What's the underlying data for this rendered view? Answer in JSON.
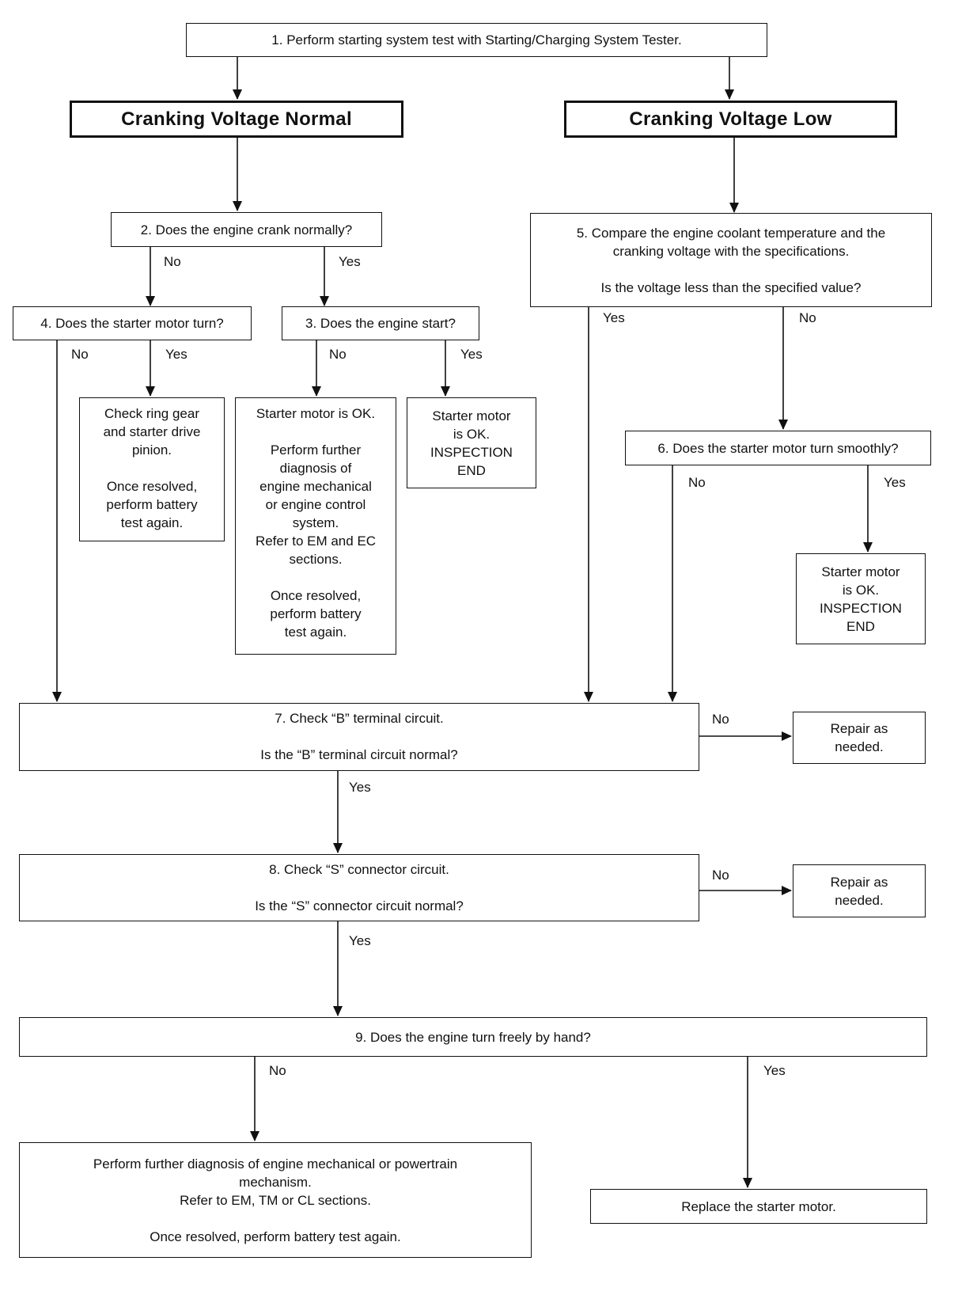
{
  "flowchart": {
    "steps": {
      "s1": [
        "1. Perform starting system test with Starting/Charging System Tester."
      ],
      "normal": [
        "Cranking Voltage Normal"
      ],
      "low": [
        "Cranking Voltage Low"
      ],
      "s2": [
        "2. Does the engine crank normally?"
      ],
      "s5": [
        "5. Compare the engine coolant temperature and the",
        "cranking voltage with the specifications.",
        "",
        "Is the voltage less than the specified value?"
      ],
      "s4": [
        "4. Does the starter motor turn?"
      ],
      "s3": [
        "3. Does the engine start?"
      ],
      "ring": [
        "Check ring gear",
        "and starter drive",
        "pinion.",
        "",
        "Once resolved,",
        "perform battery",
        "test again."
      ],
      "okfurther": [
        "Starter motor is OK.",
        "",
        "Perform further",
        "diagnosis of",
        "engine mechanical",
        "or engine control",
        "system.",
        "Refer to EM and EC",
        "sections.",
        "",
        "Once resolved,",
        "perform battery",
        "test again."
      ],
      "okend1": [
        "Starter motor",
        "is OK.",
        "INSPECTION",
        "END"
      ],
      "s6": [
        "6. Does the starter motor turn smoothly?"
      ],
      "okend2": [
        "Starter motor",
        "is OK.",
        "INSPECTION",
        "END"
      ],
      "s7": [
        "7. Check “B” terminal circuit.",
        "",
        "Is the “B” terminal circuit normal?"
      ],
      "repair1": [
        "Repair as",
        "needed."
      ],
      "s8": [
        "8. Check “S” connector circuit.",
        "",
        "Is the “S” connector circuit normal?"
      ],
      "repair2": [
        "Repair as",
        "needed."
      ],
      "s9": [
        "9. Does the engine turn freely by hand?"
      ],
      "further": [
        "Perform further diagnosis of engine mechanical or powertrain",
        "mechanism.",
        "Refer to EM, TM or CL sections.",
        "",
        "Once resolved, perform battery test again."
      ],
      "replace": [
        "Replace the starter motor."
      ]
    },
    "labels": {
      "s2_no": "No",
      "s2_yes": "Yes",
      "s4_no": "No",
      "s4_yes": "Yes",
      "s3_no": "No",
      "s3_yes": "Yes",
      "s5_yes": "Yes",
      "s5_no": "No",
      "s6_no": "No",
      "s6_yes": "Yes",
      "s7_no": "No",
      "s7_yes": "Yes",
      "s8_no": "No",
      "s8_yes": "Yes",
      "s9_no": "No",
      "s9_yes": "Yes"
    }
  }
}
